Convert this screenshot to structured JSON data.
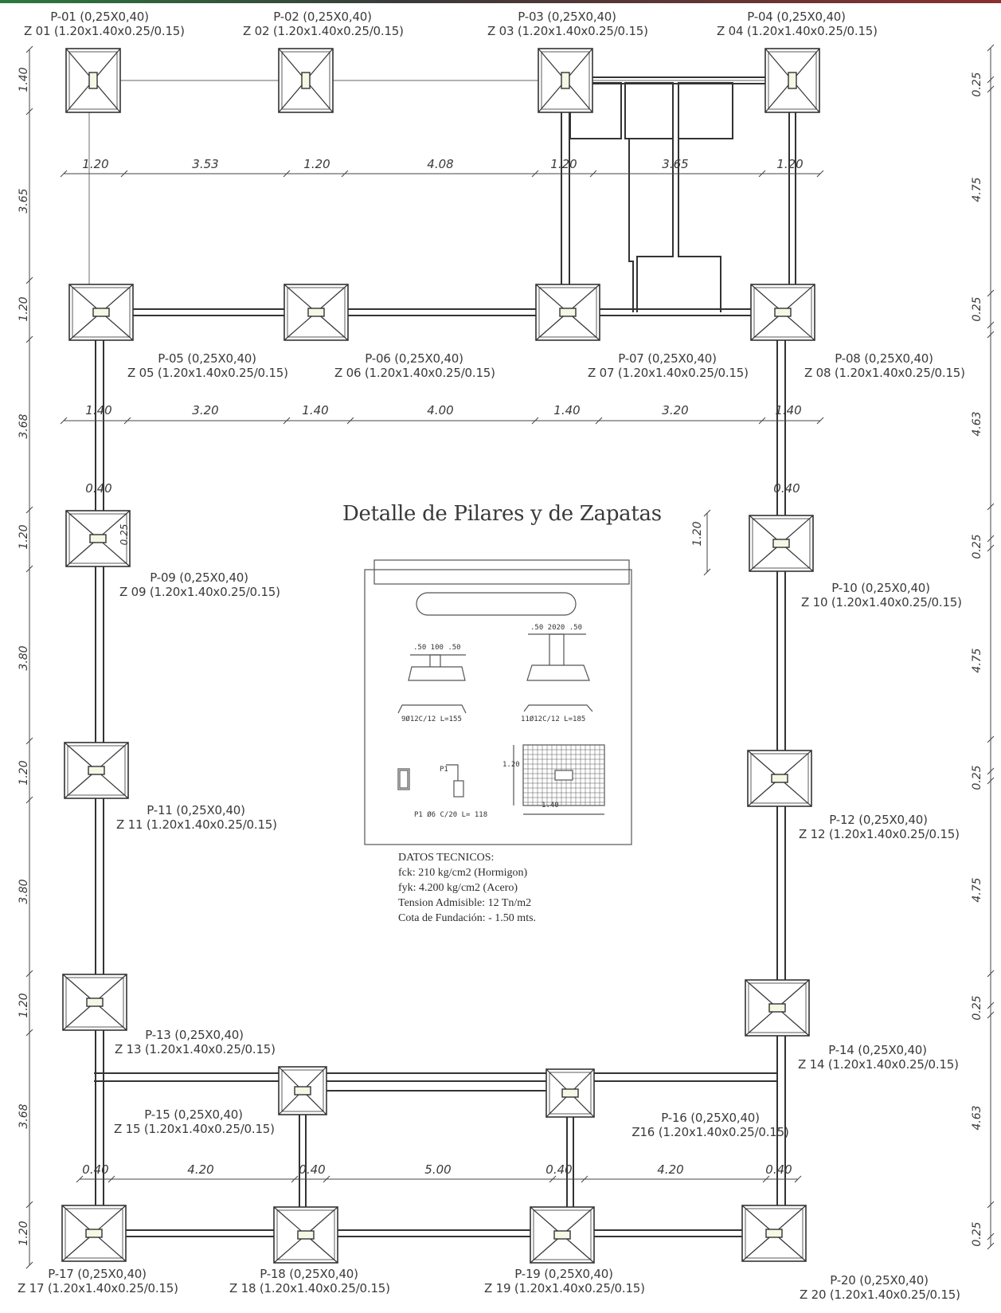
{
  "title": "Detalle de Pilares y de Zapatas",
  "datos_tecnicos": {
    "heading": "DATOS TECNICOS:",
    "fck": "fck: 210 kg/cm2 (Hormigon)",
    "fyk": "fyk: 4.200 kg/cm2 (Acero)",
    "tension": "Tension Admisible: 12 Tn/m2",
    "cota": "Cota de Fundación: - 1.50 mts."
  },
  "pillars": [
    {
      "id": "P-01 (0,25X0,40)",
      "footing": "Z 01 (1.20x1.40x0.25/0.15)"
    },
    {
      "id": "P-02 (0,25X0,40)",
      "footing": "Z 02 (1.20x1.40x0.25/0.15)"
    },
    {
      "id": "P-03 (0,25X0,40)",
      "footing": "Z 03 (1.20x1.40x0.25/0.15)"
    },
    {
      "id": "P-04 (0,25X0,40)",
      "footing": "Z 04 (1.20x1.40x0.25/0.15)"
    },
    {
      "id": "P-05 (0,25X0,40)",
      "footing": "Z 05 (1.20x1.40x0.25/0.15)"
    },
    {
      "id": "P-06 (0,25X0,40)",
      "footing": "Z 06 (1.20x1.40x0.25/0.15)"
    },
    {
      "id": "P-07 (0,25X0,40)",
      "footing": "Z 07 (1.20x1.40x0.25/0.15)"
    },
    {
      "id": "P-08 (0,25X0,40)",
      "footing": "Z 08 (1.20x1.40x0.25/0.15)"
    },
    {
      "id": "P-09 (0,25X0,40)",
      "footing": "Z 09 (1.20x1.40x0.25/0.15)"
    },
    {
      "id": "P-10 (0,25X0,40)",
      "footing": "Z 10 (1.20x1.40x0.25/0.15)"
    },
    {
      "id": "P-11 (0,25X0,40)",
      "footing": "Z 11 (1.20x1.40x0.25/0.15)"
    },
    {
      "id": "P-12 (0,25X0,40)",
      "footing": "Z 12 (1.20x1.40x0.25/0.15)"
    },
    {
      "id": "P-13 (0,25X0,40)",
      "footing": "Z 13 (1.20x1.40x0.25/0.15)"
    },
    {
      "id": "P-14 (0,25X0,40)",
      "footing": "Z 14 (1.20x1.40x0.25/0.15)"
    },
    {
      "id": "P-15 (0,25X0,40)",
      "footing": "Z 15 (1.20x1.40x0.25/0.15)"
    },
    {
      "id": "P-16 (0,25X0,40)",
      "footing": "Z16 (1.20x1.40x0.25/0.15)"
    },
    {
      "id": "P-17 (0,25X0,40)",
      "footing": "Z 17 (1.20x1.40x0.25/0.15)"
    },
    {
      "id": "P-18 (0,25X0,40)",
      "footing": "Z 18 (1.20x1.40x0.25/0.15)"
    },
    {
      "id": "P-19 (0,25X0,40)",
      "footing": "Z 19 (1.20x1.40x0.25/0.15)"
    },
    {
      "id": "P-20 (0,25X0,40)",
      "footing": "Z 20 (1.20x1.40x0.25/0.15)"
    }
  ],
  "dims": {
    "row1": [
      "1.20",
      "3.53",
      "1.20",
      "4.08",
      "1.20",
      "3.65",
      "1.20"
    ],
    "row2": [
      "1.40",
      "3.20",
      "1.40",
      "4.00",
      "1.40",
      "3.20",
      "1.40"
    ],
    "row3": [
      "0.40",
      "4.20",
      "0.40",
      "5.00",
      "0.40",
      "4.20",
      "0.40"
    ],
    "left": [
      "1.40",
      "3.65",
      "1.20",
      "3.68",
      "1.20",
      "3.80",
      "1.20",
      "3.80",
      "1.20",
      "3.68",
      "1.20"
    ],
    "right": [
      "0.25",
      "4.75",
      "0.25",
      "4.63",
      "0.25",
      "4.75",
      "0.25",
      "4.75",
      "0.25",
      "4.63",
      "0.25"
    ],
    "col_width": "0.40",
    "col_depth": "0.25",
    "mid_vertical": "1.20"
  },
  "detail": {
    "dim_a": ".50 100 .50",
    "dim_b": ".50 2020 .50",
    "bar_a": "9Ø12C/12 L=155",
    "bar_b": "11Ø12C/12 L=185",
    "stirrup": "P1 Ø6 C/20 L= 118",
    "height": "1.20",
    "width": "1.40",
    "p1": "P1"
  }
}
